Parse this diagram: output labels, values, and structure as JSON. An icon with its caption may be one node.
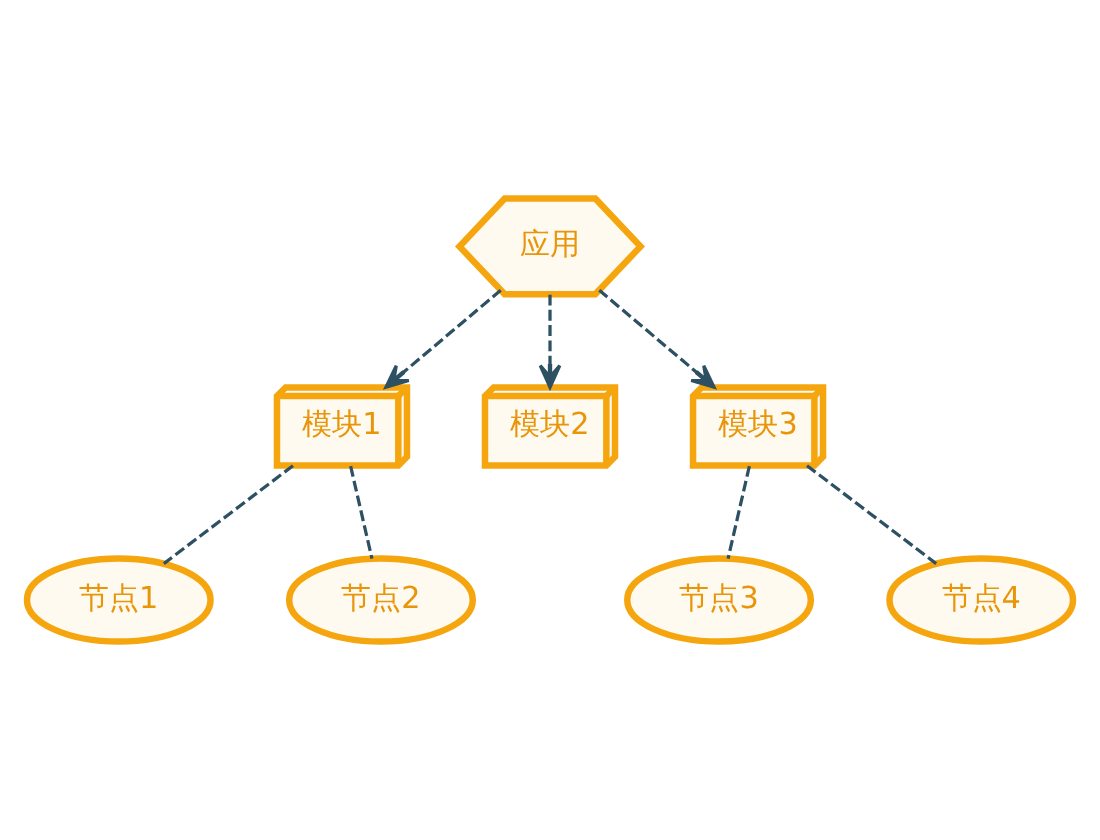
{
  "diagram": {
    "nodes": [
      {
        "text": [
          "应用"
        ]
      },
      {
        "text": [
          "模块1"
        ]
      },
      {
        "text": [
          "模块2"
        ]
      },
      {
        "text": [
          "模块3"
        ]
      },
      {
        "text": [
          "节点1"
        ]
      },
      {
        "text": [
          "节点2"
        ]
      },
      {
        "text": [
          "节点3"
        ]
      },
      {
        "text": [
          "节点4"
        ]
      }
    ],
    "edges": [
      {
        "from": 0,
        "to": 1,
        "arrow": "to",
        "style": "dashed"
      },
      {
        "from": 0,
        "to": 2,
        "arrow": "to",
        "style": "dashed"
      },
      {
        "from": 0,
        "to": 3,
        "arrow": "to",
        "style": "dashed"
      },
      {
        "from": 1,
        "to": 4,
        "arrow": "none",
        "style": "dashed"
      },
      {
        "from": 1,
        "to": 5,
        "arrow": "none",
        "style": "dashed"
      },
      {
        "from": 3,
        "to": 6,
        "arrow": "none",
        "style": "dashed"
      },
      {
        "from": 3,
        "to": 7,
        "arrow": "none",
        "style": "dashed"
      }
    ]
  }
}
